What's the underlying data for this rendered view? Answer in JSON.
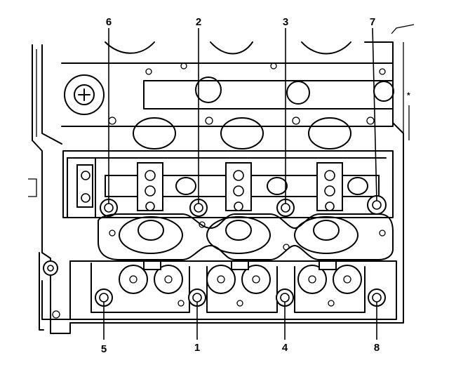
{
  "diagram": {
    "bolt_callouts": [
      {
        "label": "6"
      },
      {
        "label": "2"
      },
      {
        "label": "3"
      },
      {
        "label": "7"
      },
      {
        "label": "5"
      },
      {
        "label": "1"
      },
      {
        "label": "4"
      },
      {
        "label": "8"
      }
    ]
  }
}
